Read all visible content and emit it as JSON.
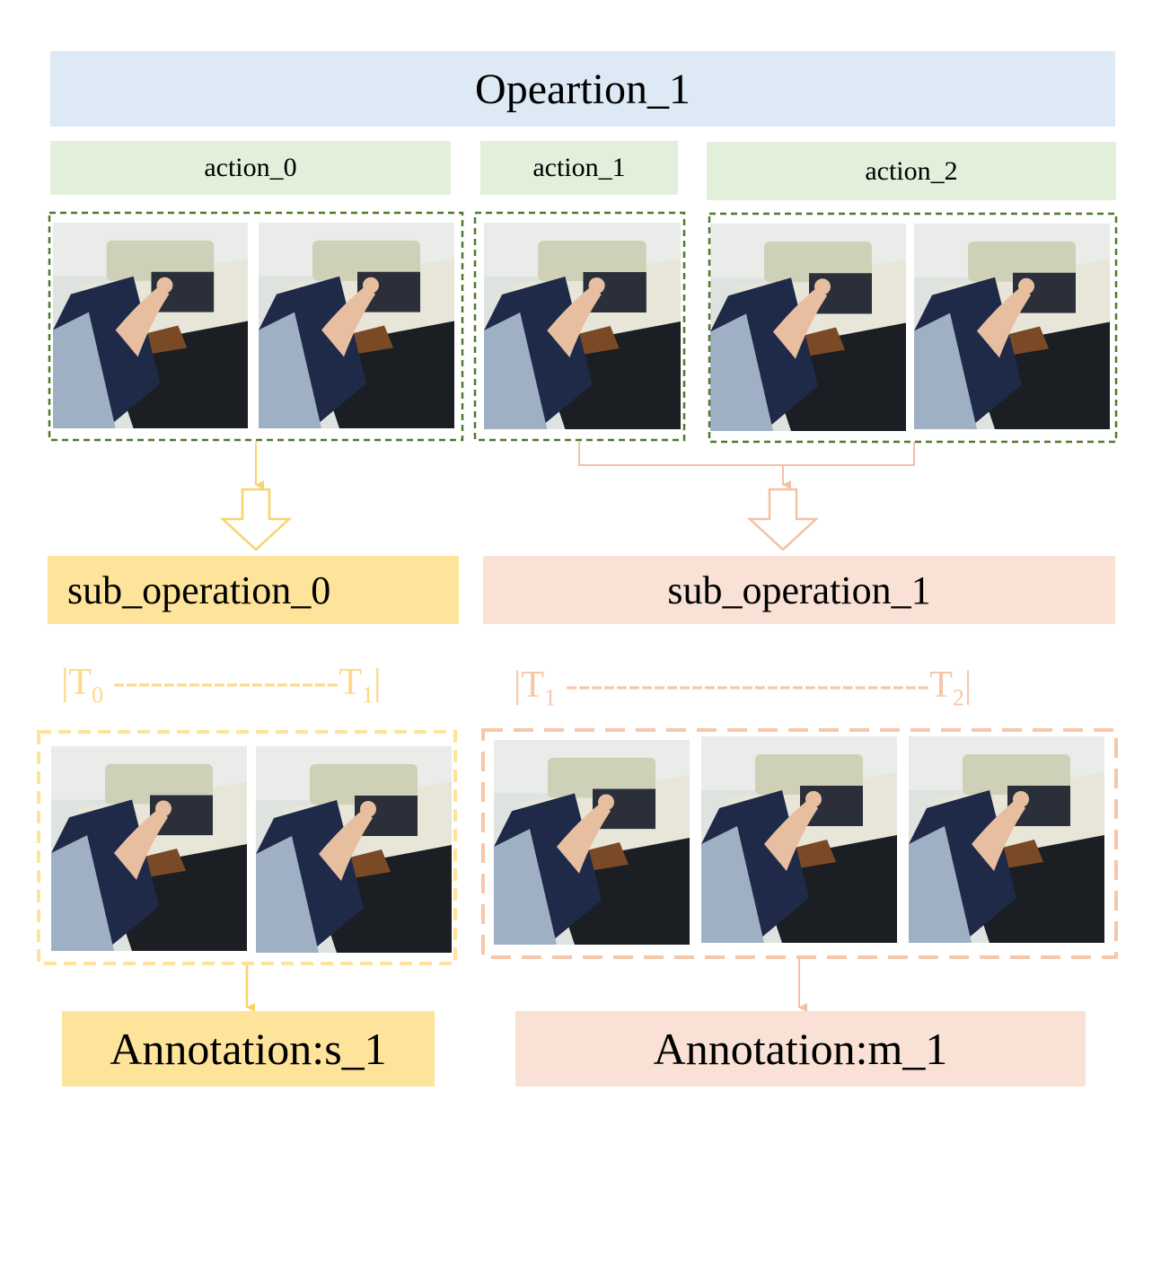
{
  "operation": {
    "title": "Opeartion_1"
  },
  "actions": [
    {
      "label": "action_0"
    },
    {
      "label": "action_1"
    },
    {
      "label": "action_2"
    }
  ],
  "sub_operations": [
    {
      "label": "sub_operation_0"
    },
    {
      "label": "sub_operation_1"
    }
  ],
  "timelines": [
    {
      "start": "T",
      "start_sub": "0",
      "dashes": " ------------------",
      "end": "T",
      "end_sub": "1"
    },
    {
      "start": "T",
      "start_sub": "1",
      "dashes": " -----------------------------",
      "end": "T",
      "end_sub": "2"
    }
  ],
  "annotations": [
    {
      "label": "Annotation:s_1"
    },
    {
      "label": "Annotation:m_1"
    }
  ],
  "colors": {
    "operation_bg": "#dde9f5",
    "action_bg": "#e2efda",
    "action_border": "#4f7a2e",
    "sub0_color": "#fde49a",
    "sub0_line": "#f8d46a",
    "sub1_color": "#f9e2d5",
    "sub1_line": "#f4c1a4"
  }
}
